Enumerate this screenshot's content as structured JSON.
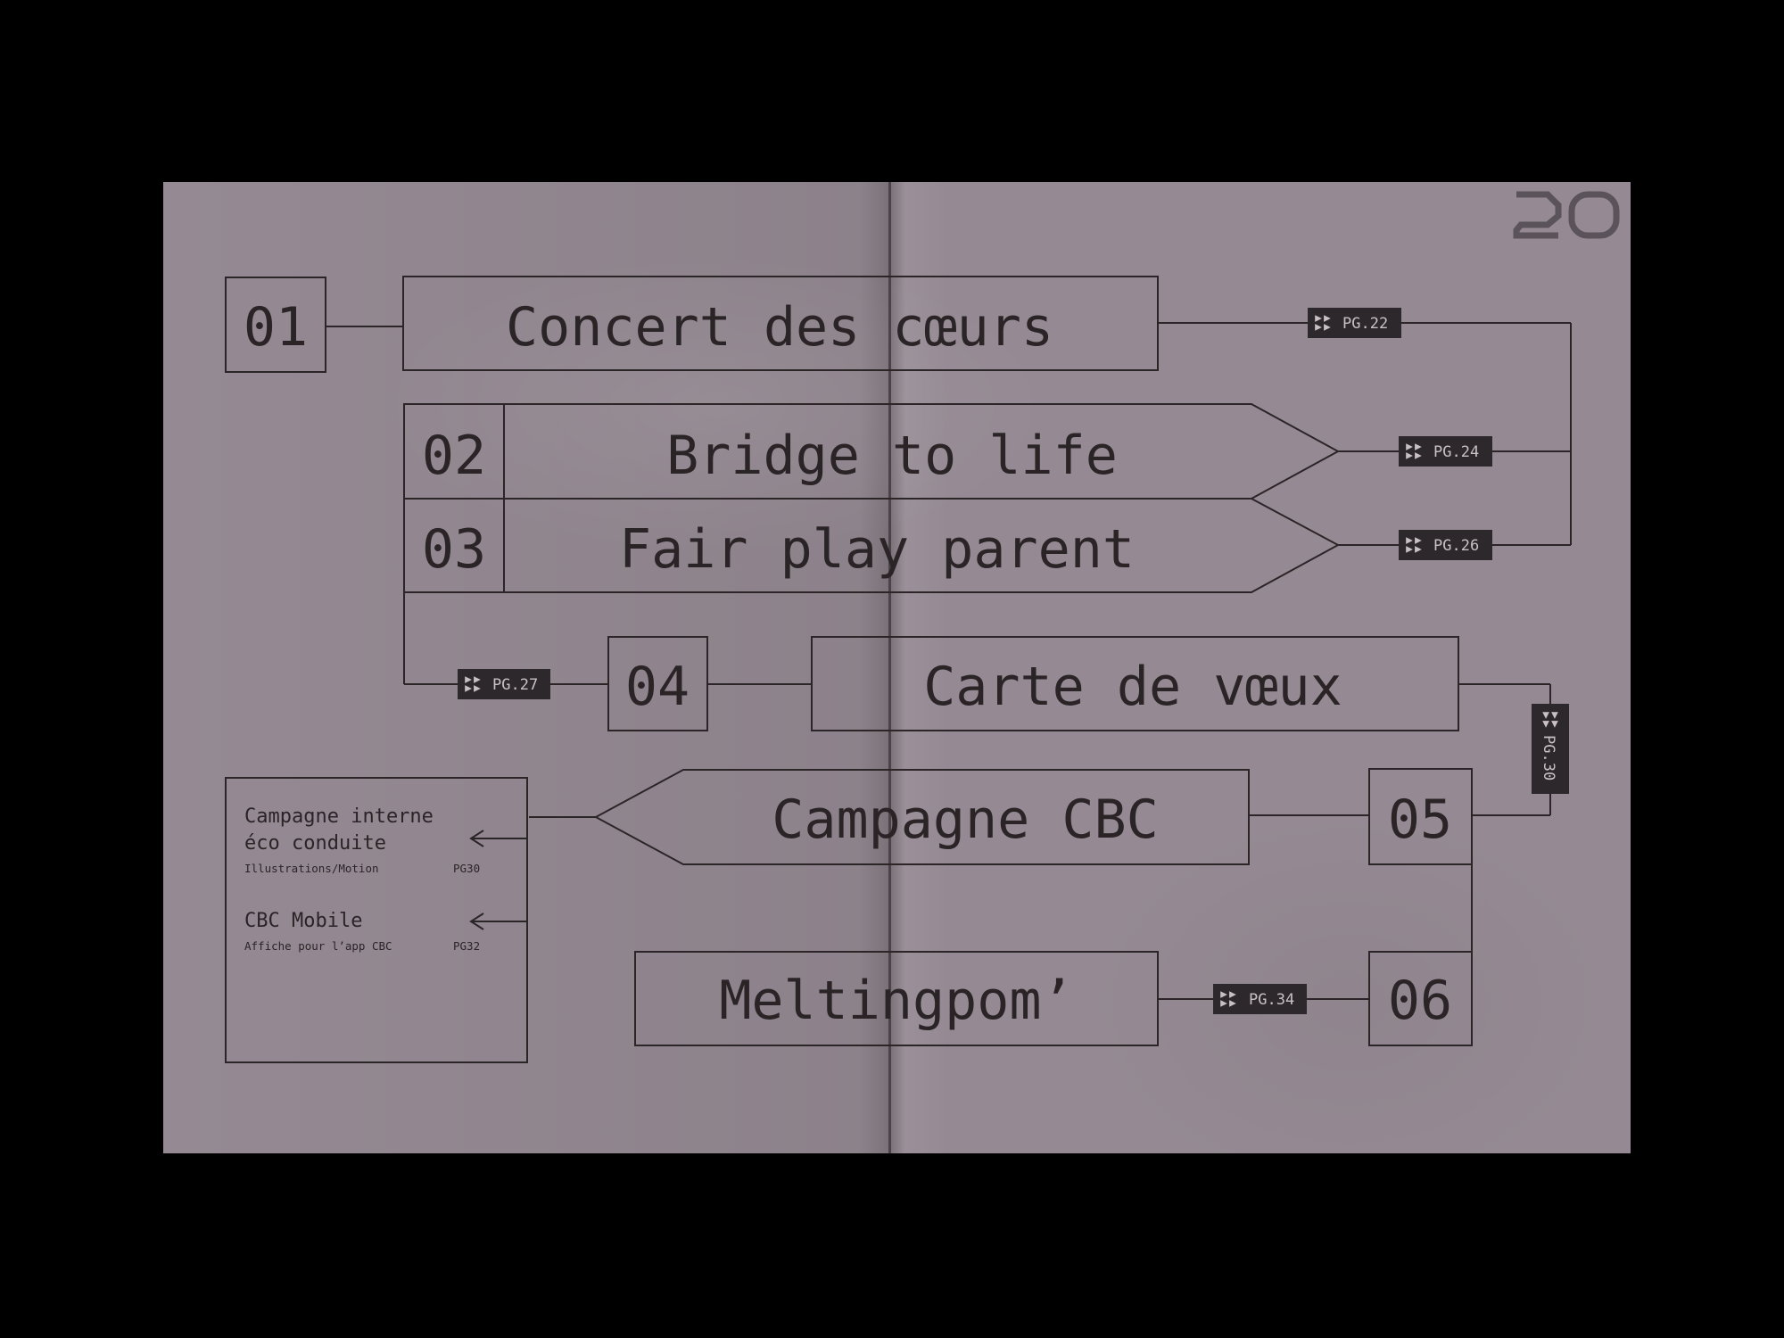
{
  "sections": [
    {
      "number": "01",
      "title": "Concert des cœurs",
      "page_ref": "PG.22"
    },
    {
      "number": "02",
      "title": "Bridge to life",
      "page_ref": "PG.24"
    },
    {
      "number": "03",
      "title": "Fair play parent",
      "page_ref": "PG.26"
    },
    {
      "number": "04",
      "title": "Carte de vœux",
      "page_ref": "PG.27"
    },
    {
      "number": "05",
      "title": "Campagne CBC",
      "page_ref": "PG.30"
    },
    {
      "number": "06",
      "title": "Meltingpom’",
      "page_ref": "PG.34"
    }
  ],
  "sub_projects": [
    {
      "title_lines": [
        "Campagne interne",
        "éco conduite"
      ],
      "subtitle": "Illustrations/Motion",
      "page": "PG30"
    },
    {
      "title_lines": [
        "CBC Mobile"
      ],
      "subtitle": "Affiche pour l’app CBC",
      "page": "PG32"
    }
  ],
  "logo": "20-mark",
  "colors": {
    "background": "#000000",
    "paper": "#958a93",
    "ink": "#2b2528",
    "tag_bg": "#2d282b",
    "tag_text": "#c9c0c7"
  }
}
